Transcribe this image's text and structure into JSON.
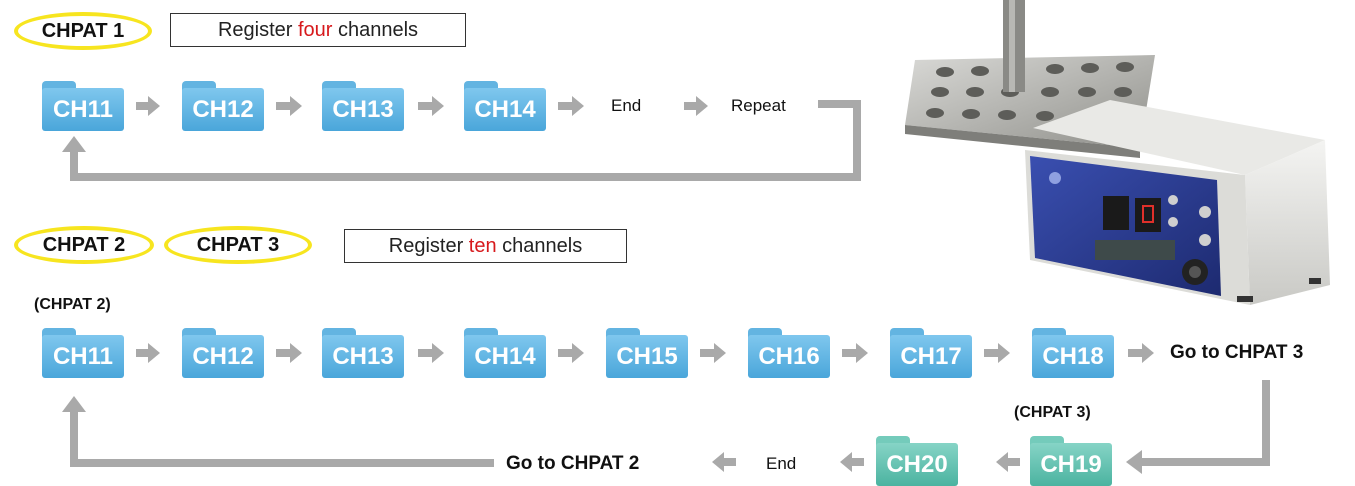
{
  "colors": {
    "highlight": "#f7e51f",
    "channel_blue": "#5ab3e3",
    "channel_teal": "#58bfad",
    "emphasis_red": "#d7191c",
    "arrow_gray": "#a9a9a9"
  },
  "pattern1": {
    "badge": "CHPAT 1",
    "register_prefix": "Register ",
    "register_count": "four",
    "register_suffix": " channels",
    "channels": [
      "CH11",
      "CH12",
      "CH13",
      "CH14"
    ],
    "end_label": "End",
    "repeat_label": "Repeat"
  },
  "pattern23": {
    "badge_2": "CHPAT 2",
    "badge_3": "CHPAT 3",
    "register_prefix": "Register ",
    "register_count": "ten",
    "register_suffix": " channels",
    "chpat2_tag": "(CHPAT 2)",
    "chpat3_tag": "(CHPAT 3)",
    "row1_channels": [
      "CH11",
      "CH12",
      "CH13",
      "CH14",
      "CH15",
      "CH16",
      "CH17",
      "CH18"
    ],
    "goto3_label": "Go to CHPAT 3",
    "row2_channels": [
      "CH19",
      "CH20"
    ],
    "end_label": "End",
    "goto2_label": "Go to CHPAT 2"
  },
  "device_image": {
    "icon": "device-controller-icon"
  }
}
